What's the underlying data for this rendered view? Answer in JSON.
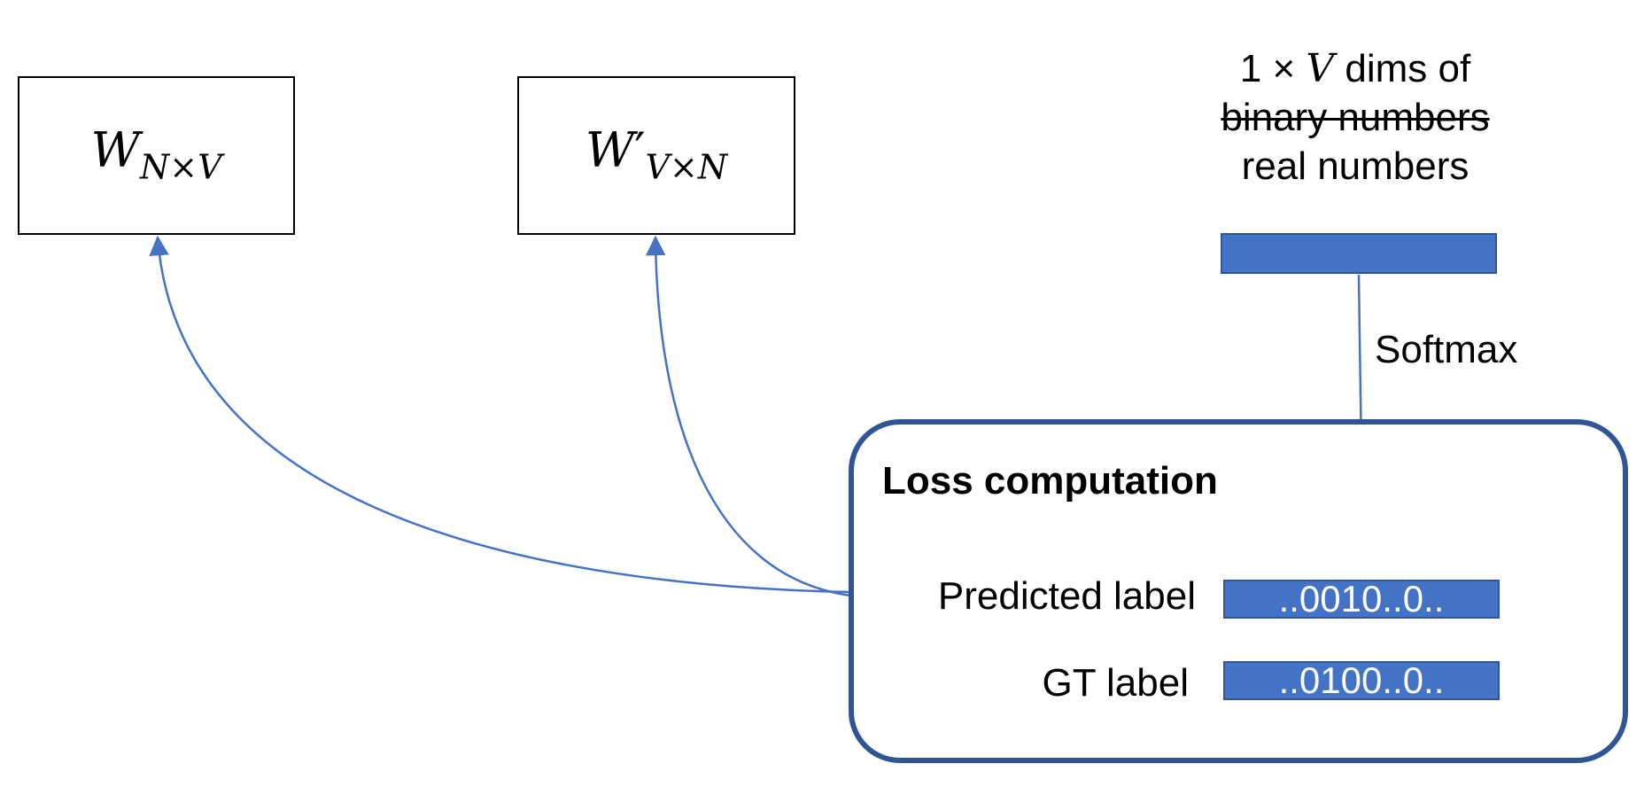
{
  "matrices": {
    "w": {
      "base": "W",
      "subscript": "N×V"
    },
    "w_prime": {
      "base": "W",
      "prime": "′",
      "subscript": "V×N"
    }
  },
  "output": {
    "dims_prefix": "1 × ",
    "dims_var": "V",
    "dims_suffix": " dims of",
    "struck_text": "binary numbers",
    "replacement_text": "real numbers"
  },
  "softmax_label": "Softmax",
  "loss": {
    "title": "Loss computation",
    "predicted_label": "Predicted label",
    "predicted_value": "..0010..0..",
    "gt_label": "GT label",
    "gt_value": "..0100..0.."
  },
  "colors": {
    "accent": "#4472c4",
    "accent_dark": "#2f5597"
  }
}
